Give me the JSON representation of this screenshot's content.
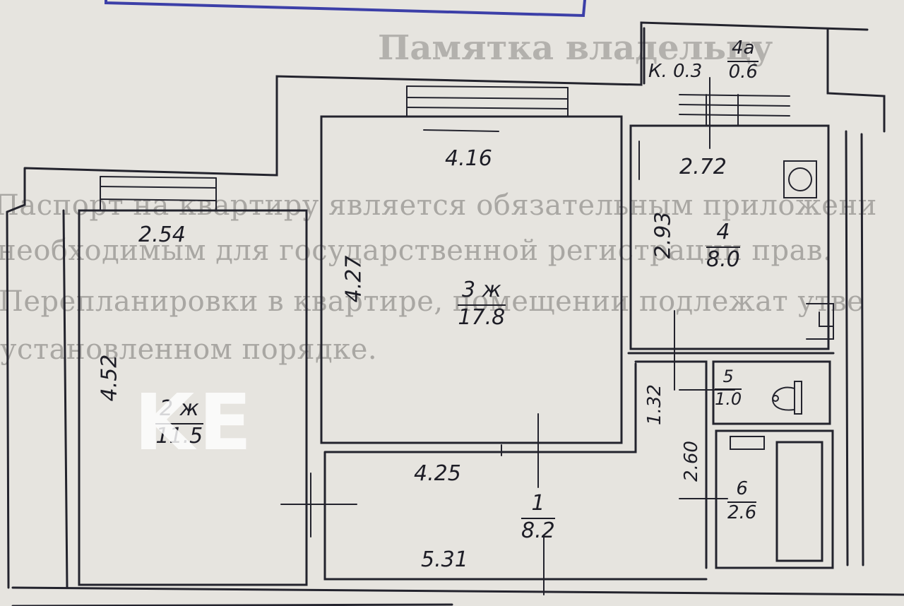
{
  "background_text": {
    "title": "Памятка владельцу",
    "lines": [
      "Паспорт на квартиру является обязательным приложени",
      "необходимым для государственной регистрации прав.",
      "Перепланировки в квартире, помещении подлежат утве",
      "установленном порядке."
    ]
  },
  "rooms": [
    {
      "id": "2ж",
      "label": "2 ж",
      "area": "11.5"
    },
    {
      "id": "3ж",
      "label": "3 ж",
      "area": "17.8"
    },
    {
      "id": "4",
      "label": "4",
      "area": "8.0"
    },
    {
      "id": "4a",
      "label": "4а",
      "area": "0.6"
    },
    {
      "id": "5",
      "label": "5",
      "area": "1.0"
    },
    {
      "id": "6",
      "label": "6",
      "area": "2.6"
    },
    {
      "id": "1",
      "label": "1",
      "area": "8.2"
    }
  ],
  "dimensions": {
    "room2_width": "2.54",
    "room2_length": "4.52",
    "room3_width": "4.16",
    "room3_length": "4.27",
    "kitchen_width": "2.72",
    "kitchen_length": "2.93",
    "balcony_coef": "К. 0.3",
    "hall_width_upper": "4.25",
    "hall_width_lower": "5.31",
    "corridor_length": "1.32",
    "bath_length": "2.60"
  },
  "watermark": "KE",
  "colors": {
    "ink": "#1d1d26",
    "paper": "#e6e4df",
    "print": "#a9a7a3",
    "stamp": "#3c3fa8"
  }
}
